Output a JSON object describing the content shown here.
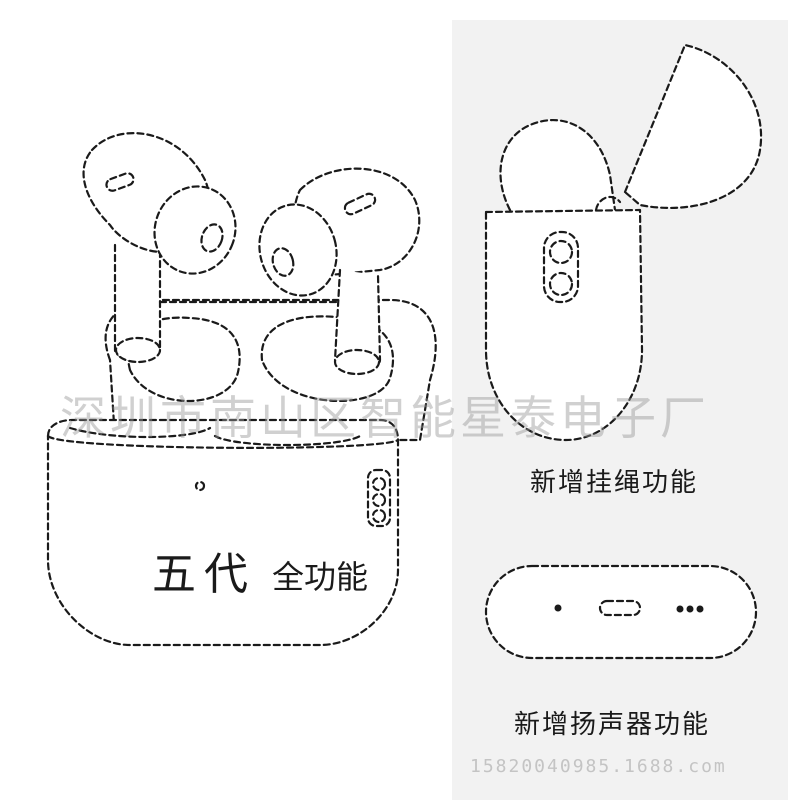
{
  "labels": {
    "generation": "五代",
    "full_function": "全功能",
    "lanyard_feature": "新增挂绳功能",
    "speaker_feature": "新增扬声器功能"
  },
  "watermarks": {
    "company": "深圳市南山区智能星泰电子厂",
    "contact": "15820040985.1688.com"
  },
  "colors": {
    "line": "#1a1a1a",
    "right_panel_bg": "#f2f2f2",
    "watermark": "#969696"
  }
}
